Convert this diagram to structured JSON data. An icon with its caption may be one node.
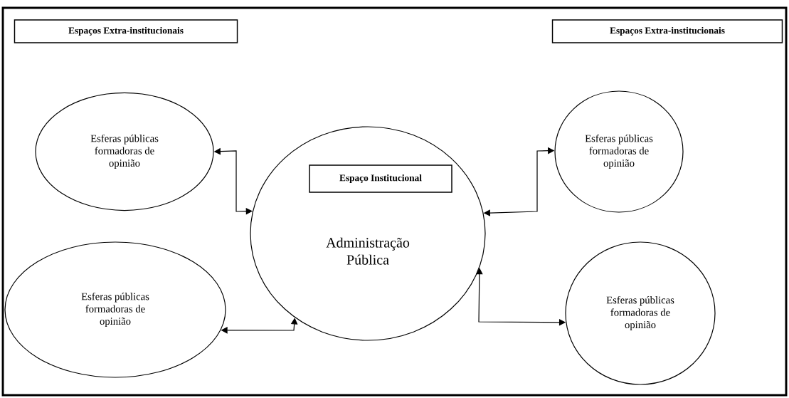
{
  "diagram": {
    "nodes": [
      {
        "text": [
          "Espaços Extra-institucionais"
        ]
      },
      {
        "text": [
          "Espaços Extra-institucionais"
        ]
      },
      {
        "text": [
          "Esferas públicas formadoras de opinião"
        ]
      },
      {
        "text": [
          "Administração Pública"
        ]
      },
      {
        "text": [
          "Espaço Institucional"
        ],
        "in": 3
      },
      {
        "text": [
          "Esferas públicas formadoras de opinião"
        ]
      },
      {
        "text": [
          "Esferas públicas formadoras de opinião"
        ]
      },
      {
        "text": [
          "Esferas públicas formadoras de opinião"
        ]
      }
    ],
    "edges": [
      {
        "from": 2,
        "to": 3,
        "arrow": "both"
      },
      {
        "from": 5,
        "to": 3,
        "arrow": "both"
      },
      {
        "from": 6,
        "to": 3,
        "arrow": "both"
      },
      {
        "from": 7,
        "to": 3,
        "arrow": "both"
      }
    ]
  }
}
